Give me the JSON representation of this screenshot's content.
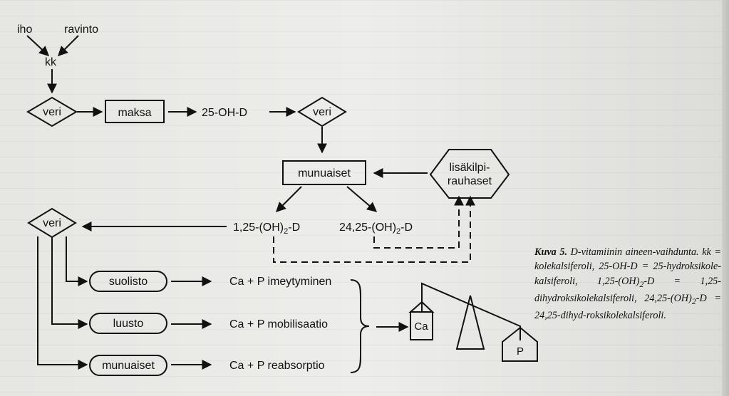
{
  "diagram": {
    "iho": "iho",
    "ravinto": "ravinto",
    "kk": "kk",
    "veri": "veri",
    "maksa": "maksa",
    "oh25": "25-OH-D",
    "munuaiset": "munuaiset",
    "lisakilpi_1": "lisäkilpi-",
    "lisakilpi_2": "rauhaset",
    "d125_pre": "1,25-(OH)",
    "d125_sub": "2",
    "d125_post": "-D",
    "d2425_pre": "24,25-(OH)",
    "d2425_sub": "2",
    "d2425_post": "-D",
    "suolisto": "suolisto",
    "luusto": "luusto",
    "ca_imeytyminen": "Ca + P imeytyminen",
    "ca_mobilisaatio": "Ca + P mobilisaatio",
    "ca_reabsorptio": "Ca + P reabsorptio",
    "ca": "Ca",
    "p": "P"
  },
  "caption": {
    "label": "Kuva 5.",
    "part1": " D-vitamiinin aineen-vaihdunta. kk = kolekalsiferoli, 25-OH-D = 25-hydroksikole-kalsiferoli, 1,25-(OH)",
    "sub1": "2",
    "part2": "-D = 1,25-dihydroksikolekalsiferoli, 24,25-(OH)",
    "sub2": "2",
    "part3": "-D = 24,25-dihyd-roksikolekalsiferoli."
  }
}
